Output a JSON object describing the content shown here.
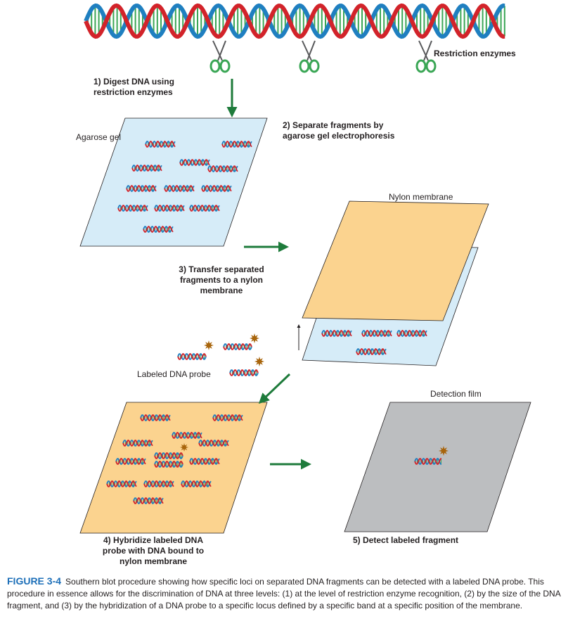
{
  "labels": {
    "restriction_enzymes": "Restriction enzymes",
    "step1": "1) Digest DNA using restriction enzymes",
    "agarose_gel": "Agarose gel",
    "step2": "2) Separate fragments by agarose gel electrophoresis",
    "nylon_membrane": "Nylon membrane",
    "step3": "3) Transfer separated fragments to a nylon membrane",
    "labeled_probe": "Labeled DNA probe",
    "detection_film": "Detection film",
    "step4": "4) Hybridize labeled DNA probe with DNA bound to nylon membrane",
    "step5": "5) Detect labeled fragment"
  },
  "caption": {
    "figure_label": "FIGURE 3-4",
    "text": "Southern blot procedure showing how specific loci on separated DNA fragments can be detected with a labeled DNA probe. This procedure in essence allows for the discrimination of DNA at three levels: (1) at the level of restriction enzyme recognition, (2) by the size of the DNA fragment, and (3) by the hybridization of a DNA probe to a specific locus defined by a specific band at a specific position of the membrane."
  },
  "colors": {
    "strand_red": "#d2232a",
    "strand_blue": "#1f7fc0",
    "base_green": "#3aa655",
    "arrow_green": "#1e7b3b",
    "gel_blue": "#d6ecf8",
    "membrane_orange": "#fbd38f",
    "film_gray": "#bcbec0",
    "probe_label": "#a8650c",
    "caption_blue": "#1d6fb8"
  },
  "icons": [
    "scissors-icon",
    "scissors-icon",
    "scissors-icon",
    "probe-star-icon"
  ]
}
